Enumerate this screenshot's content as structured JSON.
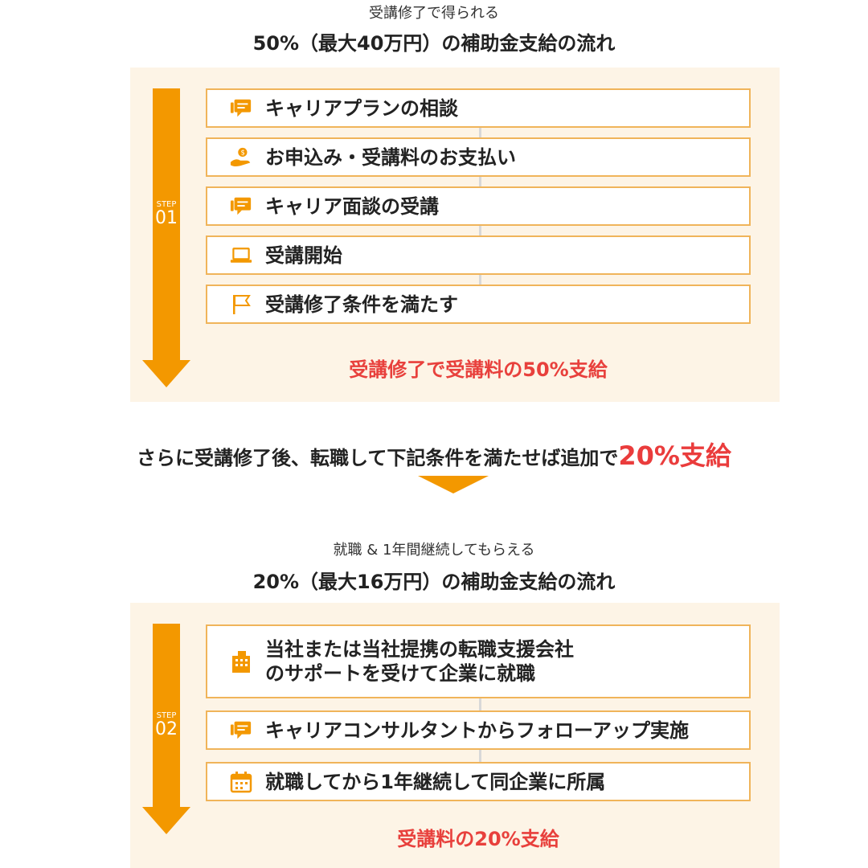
{
  "section1": {
    "subtitle": "受講修了で得られる",
    "heading": "50%（最大40万円）の補助金支給の流れ",
    "step_small": "STEP",
    "step_number": "01",
    "items": [
      {
        "icon": "chat-icon",
        "text": "キャリアプランの相談"
      },
      {
        "icon": "hand-coin-icon",
        "text": "お申込み・受講料のお支払い"
      },
      {
        "icon": "chat-icon",
        "text": "キャリア面談の受講"
      },
      {
        "icon": "laptop-icon",
        "text": "受講開始"
      },
      {
        "icon": "flag-icon",
        "text": "受講修了条件を満たす"
      }
    ],
    "result": "受講修了で受講料の50%支給"
  },
  "middle": {
    "text": "さらに受講修了後、転職して下記条件を満たせば追加で",
    "accent": "20%支給"
  },
  "section2": {
    "subtitle": "就職 & 1年間継続してもらえる",
    "heading": "20%（最大16万円）の補助金支給の流れ",
    "step_small": "STEP",
    "step_number": "02",
    "items": [
      {
        "icon": "building-icon",
        "line1": "当社または当社提携の転職支援会社",
        "line2": "のサポートを受けて企業に就職"
      },
      {
        "icon": "chat-icon",
        "text": "キャリアコンサルタントからフォローアップ実施"
      },
      {
        "icon": "calendar-icon",
        "text": "就職してから1年継続して同企業に所属"
      }
    ],
    "result": "受講料の20%支給"
  },
  "colors": {
    "accent_orange": "#f39800",
    "box_border": "#f0b45a",
    "panel_bg": "#fdf4e6",
    "highlight_red": "#e8403c"
  }
}
